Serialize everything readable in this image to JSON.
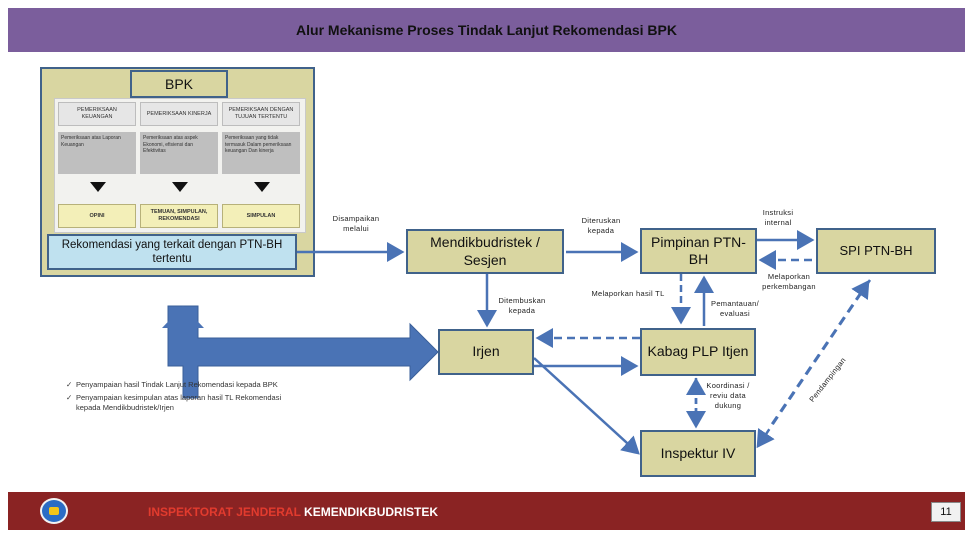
{
  "title": "Alur Mekanisme Proses Tindak Lanjut Rekomendasi BPK",
  "bpk": {
    "label": "BPK",
    "columns": [
      {
        "header": "PEMERIKSAAN KEUANGAN",
        "desc": "Pemeriksaan atas Laporan Keuangan",
        "result": "OPINI"
      },
      {
        "header": "PEMERIKSAAN KINERJA",
        "desc": "Pemeriksaan atas aspek Ekonomi, efisiensi dan Efektivitas",
        "result": "TEMUAN, SIMPULAN, REKOMENDASI"
      },
      {
        "header": "PEMERIKSAAN DENGAN TUJUAN TERTENTU",
        "desc": "Pemeriksaan yang tidak termasuk Dalam pemeriksaan keuangan Dan kinerja",
        "result": "SIMPULAN"
      }
    ],
    "rekomendasi": "Rekomendasi yang terkait dengan PTN-BH tertentu"
  },
  "nodes": {
    "mendikbud": "Mendikbudristek / Sesjen",
    "pimpinan": "Pimpinan PTN-BH",
    "spi": "SPI PTN-BH",
    "irjen": "Irjen",
    "kabag": "Kabag PLP Itjen",
    "inspektur": "Inspektur IV"
  },
  "edge_labels": {
    "disampaikan": "Disampaikan melalui",
    "diteruskan": "Diteruskan kepada",
    "instruksi": "Instruksi internal",
    "melaporkan_perkembangan": "Melaporkan perkembangan",
    "melaporkan_hasil": "Melaporkan hasil TL",
    "pemantauan": "Pemantauan/ evaluasi",
    "ditembuskan": "Ditembuskan kepada",
    "koordinasi": "Koordinasi / reviu data dukung",
    "pendampingan": "Pendampingan"
  },
  "notes": [
    "Penyampaian hasil Tindak Lanjut Rekomendasi kepada BPK",
    "Penyampaian kesimpulan atas laporan hasil TL Rekomendasi kepada Mendikbudristek/Irjen"
  ],
  "footer": {
    "left_text": "INSPEKTORAT JENDERAL",
    "right_text": "KEMENDIKBUDRISTEK",
    "page": "11"
  },
  "colors": {
    "title_bar": "#7b5e9c",
    "node_fill": "#d9d6a1",
    "node_border": "#40628a",
    "arrow": "#4a73b5",
    "rek_fill": "#bfe1ef",
    "footer": "#8a2323"
  }
}
